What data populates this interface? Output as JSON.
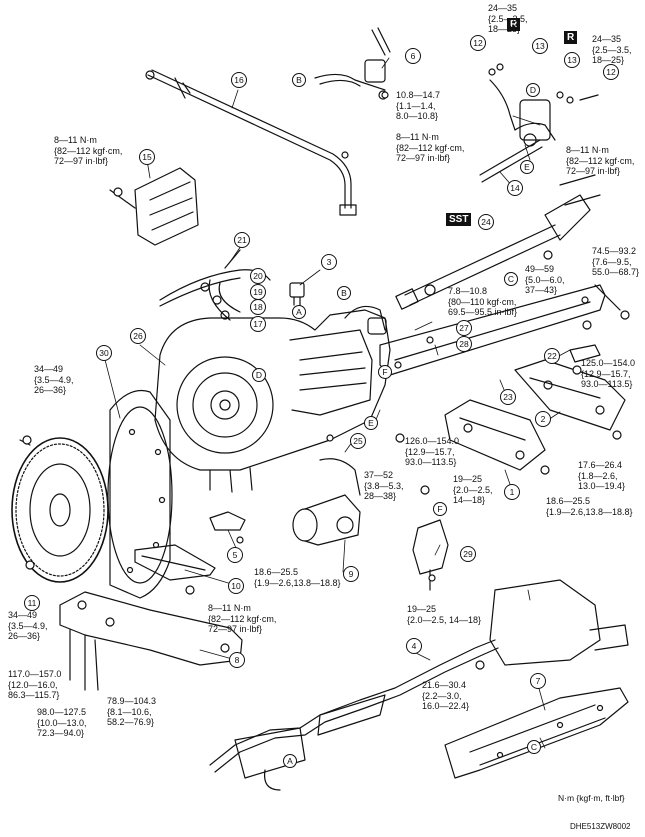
{
  "callouts": [
    "1",
    "2",
    "3",
    "4",
    "5",
    "6",
    "7",
    "8",
    "9",
    "10",
    "11",
    "12",
    "13",
    "14",
    "15",
    "16",
    "17",
    "18",
    "19",
    "20",
    "21",
    "22",
    "23",
    "24",
    "25",
    "26",
    "27",
    "28",
    "29",
    "30"
  ],
  "letters": [
    "A",
    "B",
    "C",
    "D",
    "E",
    "F"
  ],
  "tags": {
    "r": "R",
    "sst": "SST"
  },
  "torques": [
    "24—35\n{2.5—3.5,\n18—25}",
    "10.8—14.7\n{1.1—1.4,\n8.0—10.8}",
    "8—11 N·m\n{82—112 kgf·cm,\n72—97 in·lbf}",
    "74.5—93.2\n{7.6—9.5,\n55.0—68.7}",
    "49—59\n{5.0—6.0,\n37—43}",
    "7.8—10.8\n{80—110 kgf·cm,\n69.5—95.5 in·lbf}",
    "125.0—154.0\n{12.9—15.7,\n93.0—113.5}",
    "17.6—26.4\n{1.8—2.6,\n13.0—19.4}",
    "126.0—154.0\n{12.9—15.7,\n93.0—113.5}",
    "34—49\n{3.5—4.9,\n26—36}",
    "37—52\n{3.8—5.3,\n28—38}",
    "19—25\n{2.0—2.5,\n14—18}",
    "18.6—25.5\n{1.9—2.6,13.8—18.8}",
    "117.0—157.0\n{12.0—16.0,\n86.3—115.7}",
    "98.0—127.5\n{10.0—13.0,\n72.3—94.0}",
    "78.9—104.3\n{8.1—10.6,\n58.2—76.9}",
    "21.6—30.4\n{2.2—3.0,\n16.0—22.4}",
    "19—25\n{2.0—2.5, 14—18}"
  ],
  "unit_legend": "N·m {kgf·m, ft·lbf}",
  "figure_code": "DHE513ZW8002"
}
